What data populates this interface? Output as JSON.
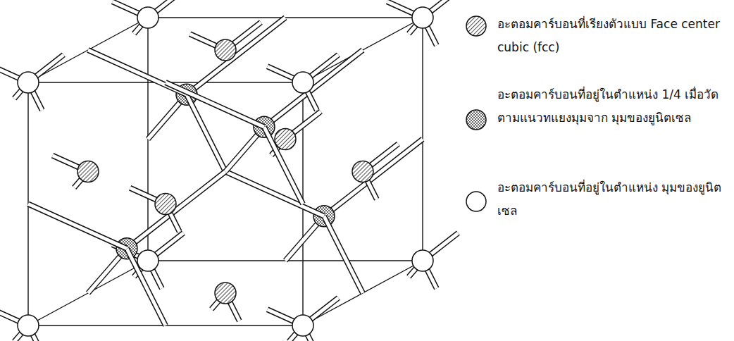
{
  "diagram": {
    "legend": [
      {
        "text": "อะตอมคาร์บอนที่เรียงตัวแบบ Face center cubic (fcc)"
      },
      {
        "text": "อะตอมคาร์บอนที่อยู่ในตำแหน่ง 1/4 เมื่อวัดตามแนวทแยงมุมจาก มุมของยูนิตเซล"
      },
      {
        "text": "อะตอมคาร์บอนที่อยู่ในตำแหน่ง มุมของยูนิตเซล"
      }
    ]
  }
}
